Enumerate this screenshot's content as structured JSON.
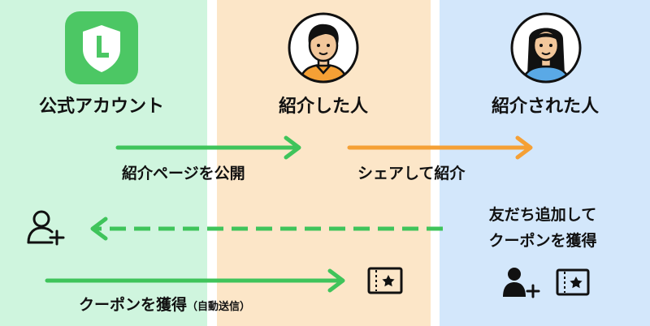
{
  "actors": {
    "official_account": "公式アカウント",
    "referrer": "紹介した人",
    "referred": "紹介された人"
  },
  "steps": {
    "publish_page": "紹介ページを公開",
    "share_and_refer": "シェアして紹介",
    "add_friend_line1": "友だち追加して",
    "add_friend_line2": "クーポンを獲得",
    "get_coupon": "クーポンを獲得",
    "get_coupon_note": "（自動送信）"
  },
  "colors": {
    "official_bg": "#cff5de",
    "referrer_bg": "#fce6c8",
    "referred_bg": "#d3e7fb",
    "green_arrow": "#3fc45b",
    "orange_arrow": "#f5a035",
    "line_brand": "#4cc764"
  },
  "icons": {
    "official_logo": "line-official-account-icon",
    "referrer_avatar": "man-avatar-icon",
    "referred_avatar": "woman-avatar-icon",
    "add_friend": "add-user-icon",
    "coupon": "coupon-ticket-icon"
  }
}
